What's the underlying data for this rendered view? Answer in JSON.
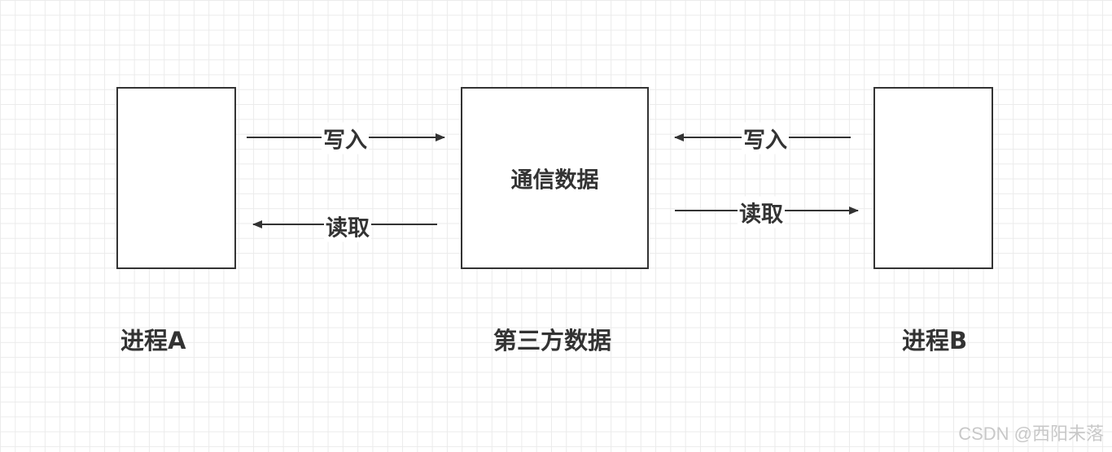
{
  "nodes": {
    "process_a": {
      "caption": "进程A"
    },
    "shared": {
      "inner": "通信数据",
      "caption": "第三方数据"
    },
    "process_b": {
      "caption": "进程B"
    }
  },
  "edges": {
    "a_write": "写入",
    "a_read": "读取",
    "b_write": "写入",
    "b_read": "读取"
  },
  "watermark": "CSDN @西阳未落"
}
